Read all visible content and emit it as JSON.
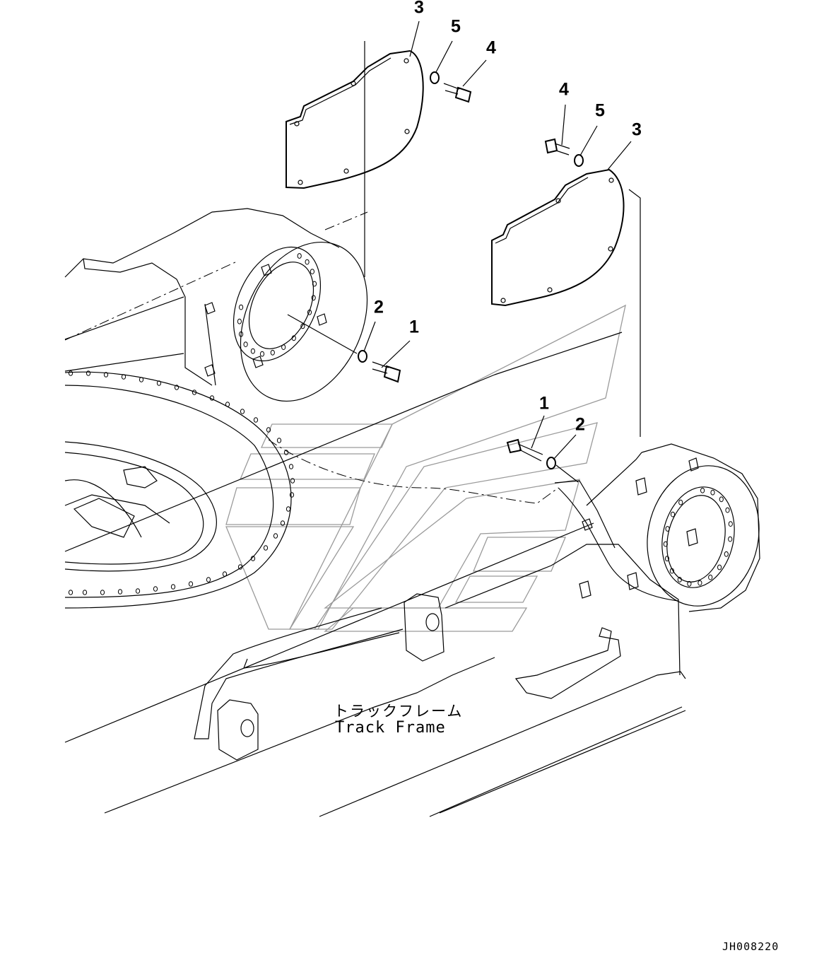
{
  "callouts": {
    "c3a": "3",
    "c5a": "5",
    "c4a": "4",
    "c4b": "4",
    "c5b": "5",
    "c3b": "3",
    "c2a": "2",
    "c1a": "1",
    "c1b": "1",
    "c2b": "2"
  },
  "labels": {
    "track_frame_jp": "トラックフレーム",
    "track_frame_en": "Track Frame",
    "drawing_code": "JH008220"
  }
}
